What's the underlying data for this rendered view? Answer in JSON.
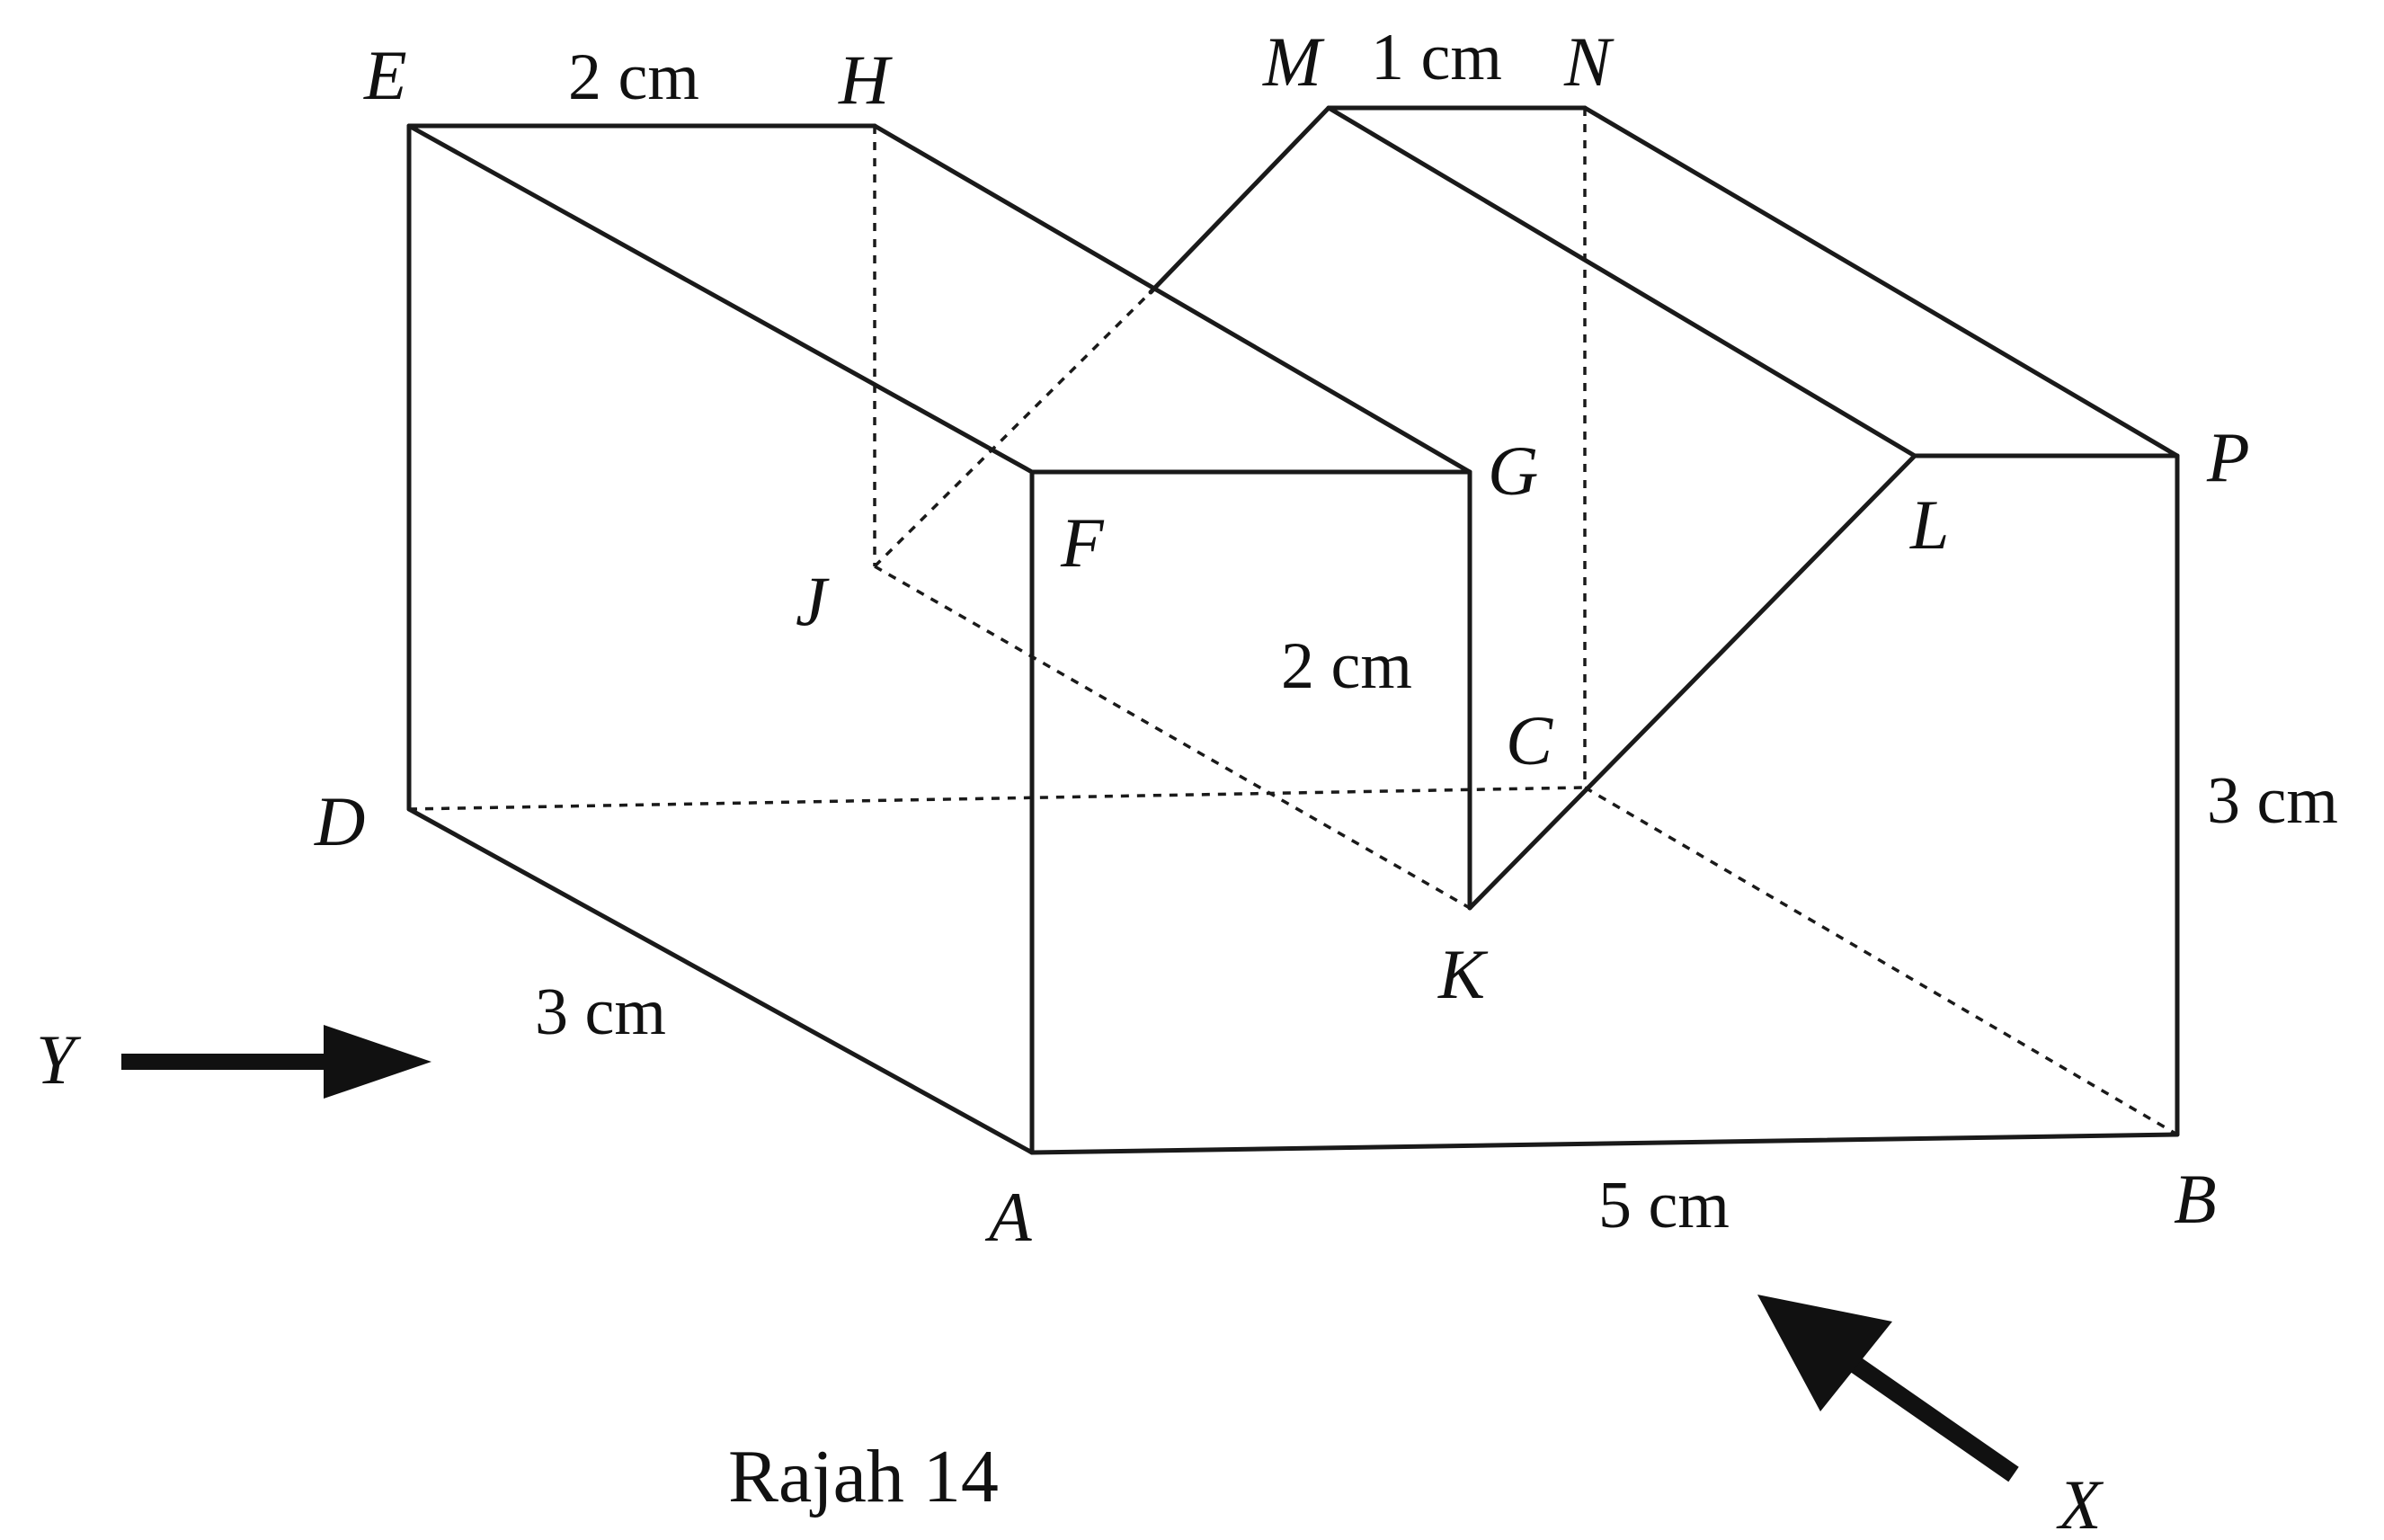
{
  "caption": "Rajah 14",
  "vertices": {
    "E": "E",
    "H": "H",
    "M": "M",
    "N": "N",
    "G": "G",
    "P": "P",
    "F": "F",
    "L": "L",
    "J": "J",
    "C": "C",
    "D": "D",
    "K": "K",
    "A": "A",
    "B": "B"
  },
  "measurements": {
    "eh": "2 cm",
    "mn": "1 cm",
    "gk": "2 cm",
    "bp": "3 cm",
    "ad": "3 cm",
    "ab": "5 cm"
  },
  "view_arrows": {
    "x": "X",
    "y": "Y"
  }
}
